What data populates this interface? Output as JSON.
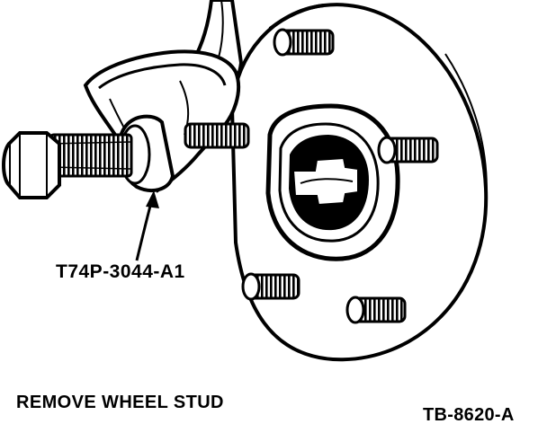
{
  "figure": {
    "tool_label": "T74P-3044-A1",
    "caption": "REMOVE WHEEL STUD",
    "figure_id": "TB-8620-A"
  },
  "colors": {
    "ink": "#000000",
    "paper": "#ffffff"
  },
  "icons": {
    "hub": "wheel-hub-flange-drawing",
    "press": "stud-remover-press-drawing",
    "studs": "threaded-wheel-stud-drawing",
    "arrow": "leader-arrow"
  }
}
